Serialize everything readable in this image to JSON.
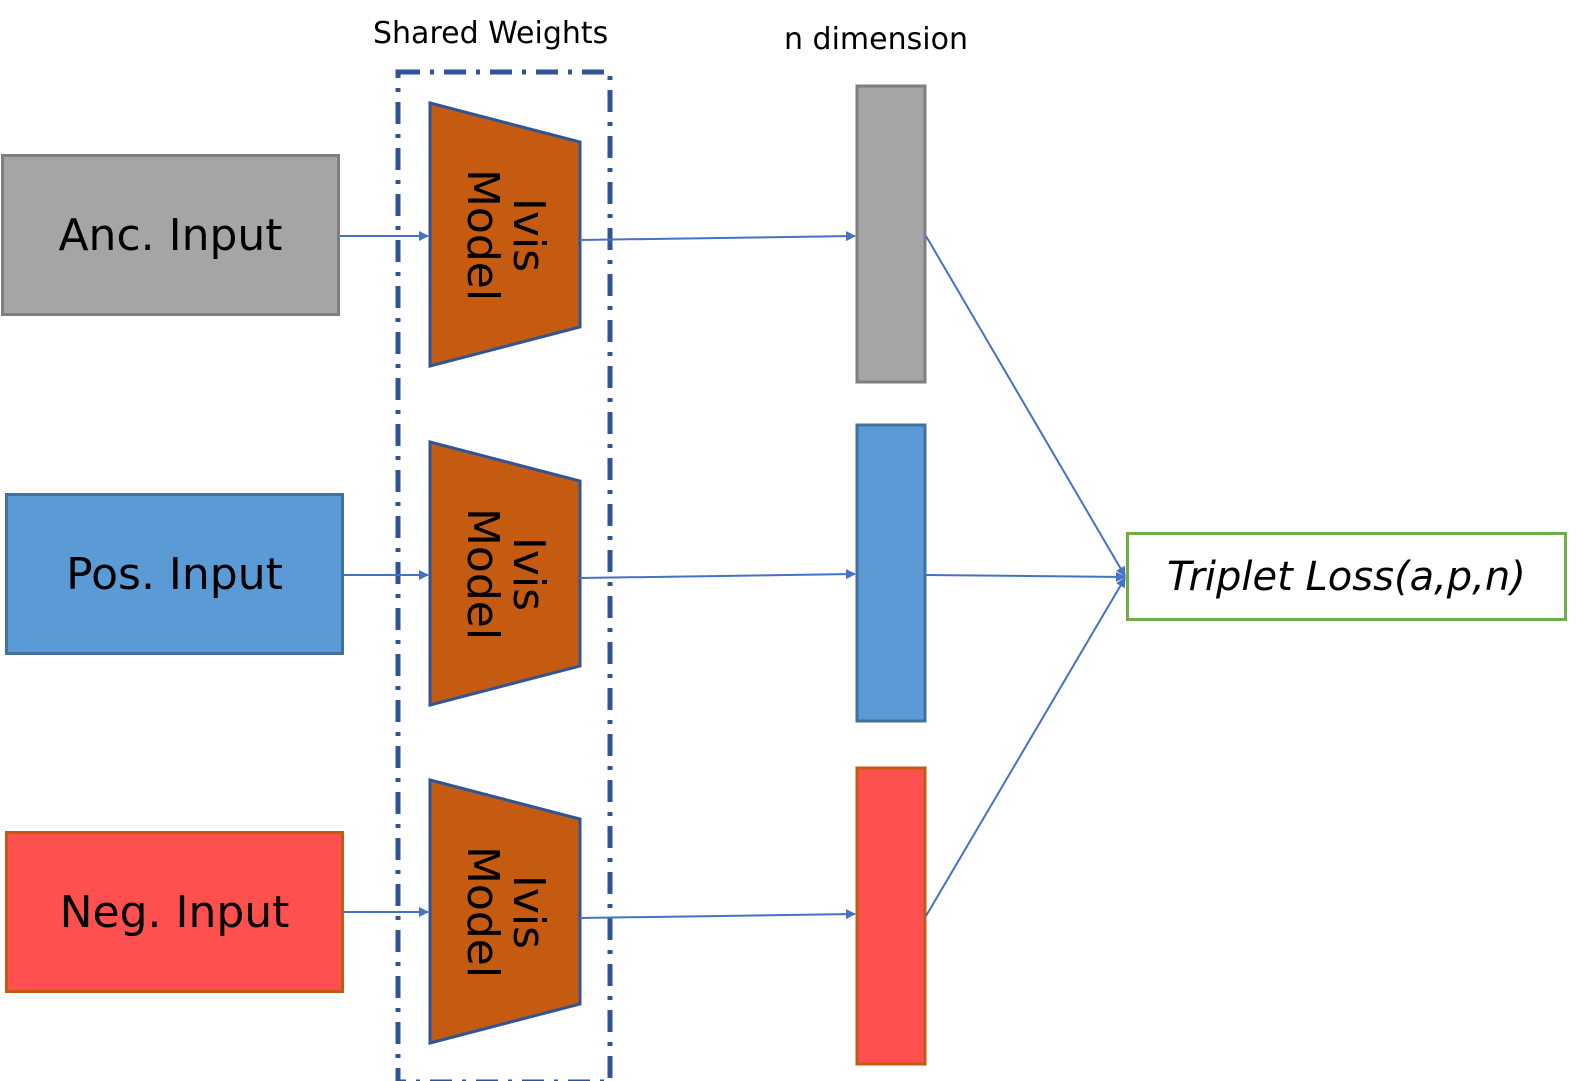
{
  "labels": {
    "shared_weights": "Shared Weights",
    "n_dimension": "n dimension"
  },
  "inputs": [
    {
      "label": "Anc. Input",
      "fill": "#a5a5a5",
      "border": "#7f7f7f"
    },
    {
      "label": "Pos. Input",
      "fill": "#5b9bd5",
      "border": "#41719c"
    },
    {
      "label": "Neg. Input",
      "fill": "#ff5050",
      "border": "#c55a11"
    }
  ],
  "model": {
    "line1": "Ivis",
    "line2": "Model",
    "fill": "#c55a11",
    "border": "#2f5597"
  },
  "embeddings": [
    {
      "fill": "#a5a5a5",
      "border": "#7f7f7f"
    },
    {
      "fill": "#5b9bd5",
      "border": "#41719c"
    },
    {
      "fill": "#ff5050",
      "border": "#c55a11"
    }
  ],
  "loss": {
    "label": "Triplet Loss(a,p,n)",
    "border": "#70ad47"
  },
  "colors": {
    "arrow": "#4472c4",
    "shared_border": "#2f5597"
  }
}
